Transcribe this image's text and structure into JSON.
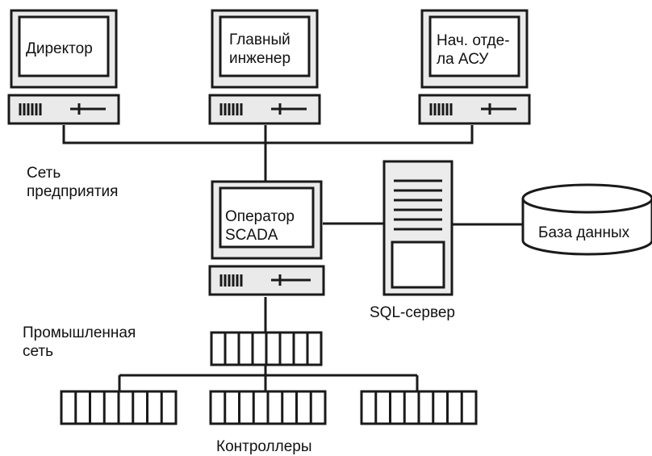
{
  "colors": {
    "monitor_fill": "#eaeaea",
    "screen_fill": "#ffffff",
    "stroke": "#1a1a1a",
    "server_fill": "#ececec",
    "db_fill": "#ffffff"
  },
  "nodes": {
    "director": {
      "lines": [
        "Директор"
      ],
      "icon": "computer-icon"
    },
    "chief_engineer": {
      "lines": [
        "Главный",
        "инженер"
      ],
      "icon": "computer-icon"
    },
    "asu_head": {
      "lines": [
        "Нач. отде-",
        "ла АСУ"
      ],
      "icon": "computer-icon"
    },
    "scada_operator": {
      "lines": [
        "Оператор",
        "SCADA"
      ],
      "icon": "computer-icon"
    },
    "sql_server": {
      "label": "SQL-сервер",
      "icon": "server-icon"
    },
    "database": {
      "label": "База данных",
      "icon": "database-icon"
    },
    "controllers": {
      "label": "Контроллеры",
      "icon": "plc-icon"
    }
  },
  "networks": {
    "enterprise": {
      "lines": [
        "Сеть",
        "предприятия"
      ]
    },
    "industrial": {
      "lines": [
        "Промышленная",
        "сеть"
      ]
    }
  }
}
